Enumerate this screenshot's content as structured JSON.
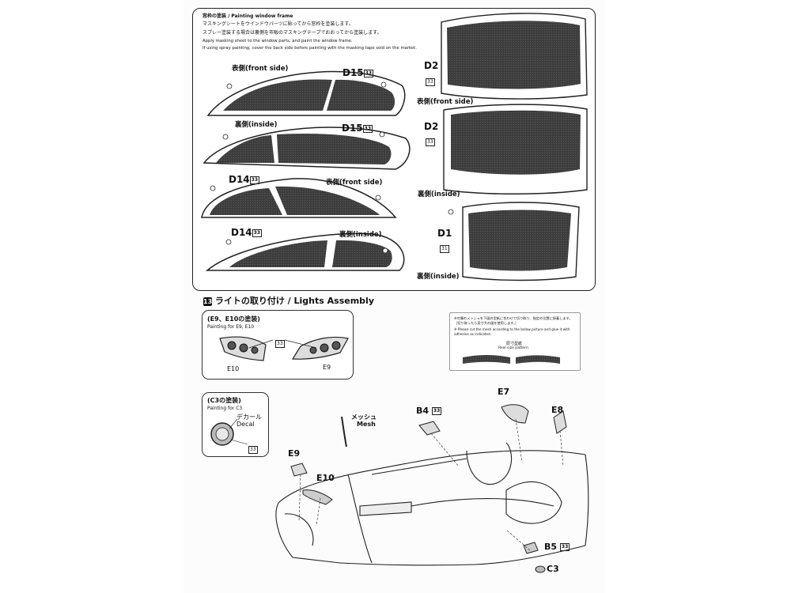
{
  "window_frame": {
    "title": "窓枠の塗装 / Painting window frame",
    "instructions": [
      "マスキングシートをウインドウパーツに貼ってから窓枠を塗装します。",
      "スプレー塗装する場合は裏側を市販のマスキングテープでおおってから塗装します。",
      "Apply masking sheet to the window parts, and paint the window frame.",
      "If using spray painting, cover the back side before painting with the masking tape sold on the market."
    ],
    "side_windows": [
      {
        "label": "表側(front side)",
        "part": "D15"
      },
      {
        "label": "裏側(inside)",
        "part": "D15"
      },
      {
        "label": "表側(front side)",
        "part": "D14"
      },
      {
        "label": "裏側(inside)",
        "part": "D14"
      }
    ],
    "screens": [
      {
        "part": "D2",
        "label": "表側(front side)",
        "num": "33"
      },
      {
        "part": "D2",
        "label": "裏側(inside)",
        "num": "33"
      },
      {
        "part": "D1",
        "label": "裏側(inside)",
        "num": "31"
      }
    ]
  },
  "step13": {
    "number": "13",
    "title": "ライトの取り付け / Lights Assembly",
    "lights_box": {
      "title": "(E9、E10の塗装)",
      "subtitle": "Painting for E9, E10",
      "callout": "33",
      "left": "E10",
      "right": "E9"
    },
    "mesh_note": {
      "lines": [
        "※付属のメッシュを下図の型紙に合わせて切り取り、指定の位置に接着します。",
        "（切り取ったら実寸大の図を使用します。）",
        "※ Please cut the mesh according to the below picture and glue it with",
        "adhesive as indicated."
      ],
      "pattern_label": "原寸型紙",
      "pattern_label_en": "Real size pattern"
    },
    "c3_box": {
      "title": "(C3の塗装)",
      "subtitle": "Painting for C3",
      "decal_jp": "デカール",
      "decal_en": "Decal",
      "callout": "33"
    },
    "labels": {
      "mesh_jp": "メッシュ",
      "mesh_en": "Mesh",
      "b4": "B4",
      "b4n": "33",
      "e7": "E7",
      "e8": "E8",
      "e9": "E9",
      "e10": "E10",
      "b5": "B5",
      "b5n": "33",
      "c3": "C3"
    }
  }
}
